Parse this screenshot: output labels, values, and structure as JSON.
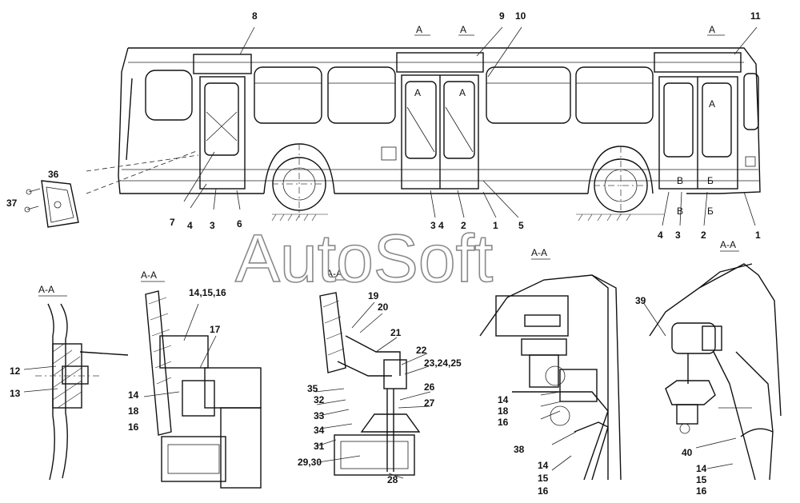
{
  "watermark": "AutoSoft",
  "section_markers": {
    "a1": "А",
    "a2": "А",
    "a3": "А",
    "a4": "А",
    "a5": "А",
    "a6": "А",
    "b1": "Б",
    "b2": "Б",
    "v1": "В",
    "v2": "В"
  },
  "section_titles": {
    "t1": "А-А",
    "t2": "А-А",
    "t3": "А-А",
    "t4": "А-А",
    "t5": "А-А"
  },
  "callouts": {
    "c8": "8",
    "c9": "9",
    "c10": "10",
    "c11": "11",
    "c36": "36",
    "c37": "37",
    "c7": "7",
    "c4a": "4",
    "c3a": "3",
    "c6": "6",
    "c34": "3 4",
    "c2a": "2",
    "c1a": "1",
    "c5": "5",
    "c4b": "4",
    "c3b": "3",
    "c2b": "2",
    "c1b": "1",
    "c12": "12",
    "c13": "13",
    "c141516": "14,15,16",
    "c17": "17",
    "c14a": "14",
    "c18a": "18",
    "c16a": "16",
    "c19": "19",
    "c20": "20",
    "c21": "21",
    "c22": "22",
    "c232425": "23,24,25",
    "c26": "26",
    "c27": "27",
    "c35": "35",
    "c32": "32",
    "c33": "33",
    "c34b": "34",
    "c31": "31",
    "c2930": "29,30",
    "c28": "28",
    "c14b": "14",
    "c18b": "18",
    "c16b": "16",
    "c38": "38",
    "c14c": "14",
    "c15c": "15",
    "c16c": "16",
    "c39": "39",
    "c40": "40",
    "c14d": "14",
    "c15d": "15",
    "c16d": "16"
  }
}
